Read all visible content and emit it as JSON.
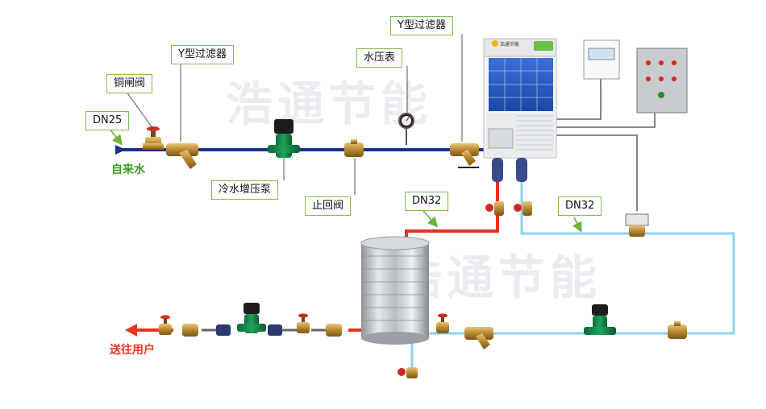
{
  "labels": {
    "dn25": "DN25",
    "copper_gate_valve": "铜闸阀",
    "y_filter_left": "Y型过滤器",
    "pressure_gauge": "水压表",
    "y_filter_top": "Y型过滤器",
    "cold_water_booster_pump": "冷水增压泵",
    "check_valve": "止回阀",
    "dn32_left": "DN32",
    "dn32_right": "DN32"
  },
  "flow_text": {
    "tap_water": "自来水",
    "to_user": "送往用户"
  },
  "watermark": "浩通节能",
  "heat_pump_badge": "浩通节能",
  "colors": {
    "cold_supply_line": "#1d2f8a",
    "hot_line": "#e8321e",
    "return_line": "#8ed3ef",
    "label_border": "#7cc04a",
    "label_arrow": "#6ab23a",
    "tap_water_text": "#3b9b20",
    "to_user_text": "#e83a1e"
  },
  "icons": [
    "gate-valve-icon",
    "y-filter-icon",
    "booster-pump-icon",
    "check-valve-icon",
    "pressure-gauge-icon",
    "heat-pump-unit-icon",
    "thermostat-controller-icon",
    "control-cabinet-icon",
    "hot-water-tank-icon",
    "circulation-pump-icon",
    "arrow-icon"
  ]
}
